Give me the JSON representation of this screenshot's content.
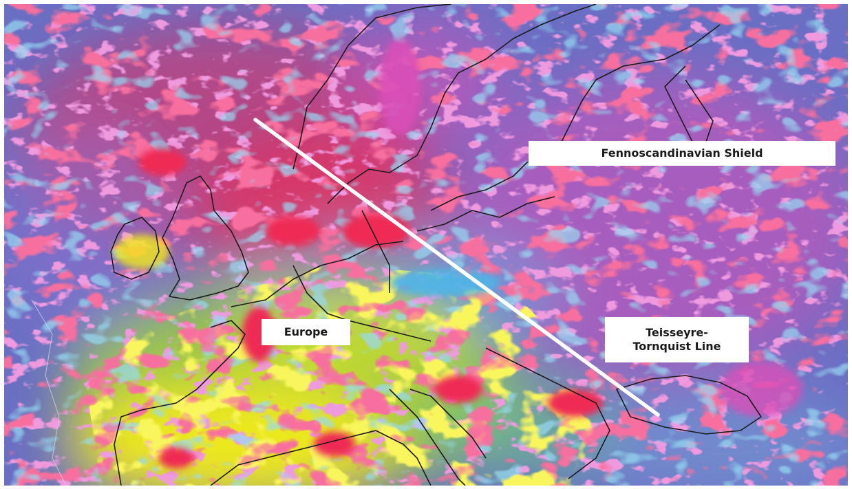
{
  "labels": {
    "fennoscandia": "Fennoscandinavian Shield",
    "europe": "Europe",
    "tt_line": "Teisseyre-\nTornquist Line"
  },
  "colors": {
    "base_blue": "#6a6fc4",
    "deep_blue": "#4b4fb0",
    "cyan": "#4fb5e6",
    "green": "#9ccd3a",
    "yellow": "#f2ea1c",
    "red": "#ee2a55",
    "magenta": "#d94fb8",
    "coast": "#1b1b1b",
    "line": "#ffffff"
  }
}
